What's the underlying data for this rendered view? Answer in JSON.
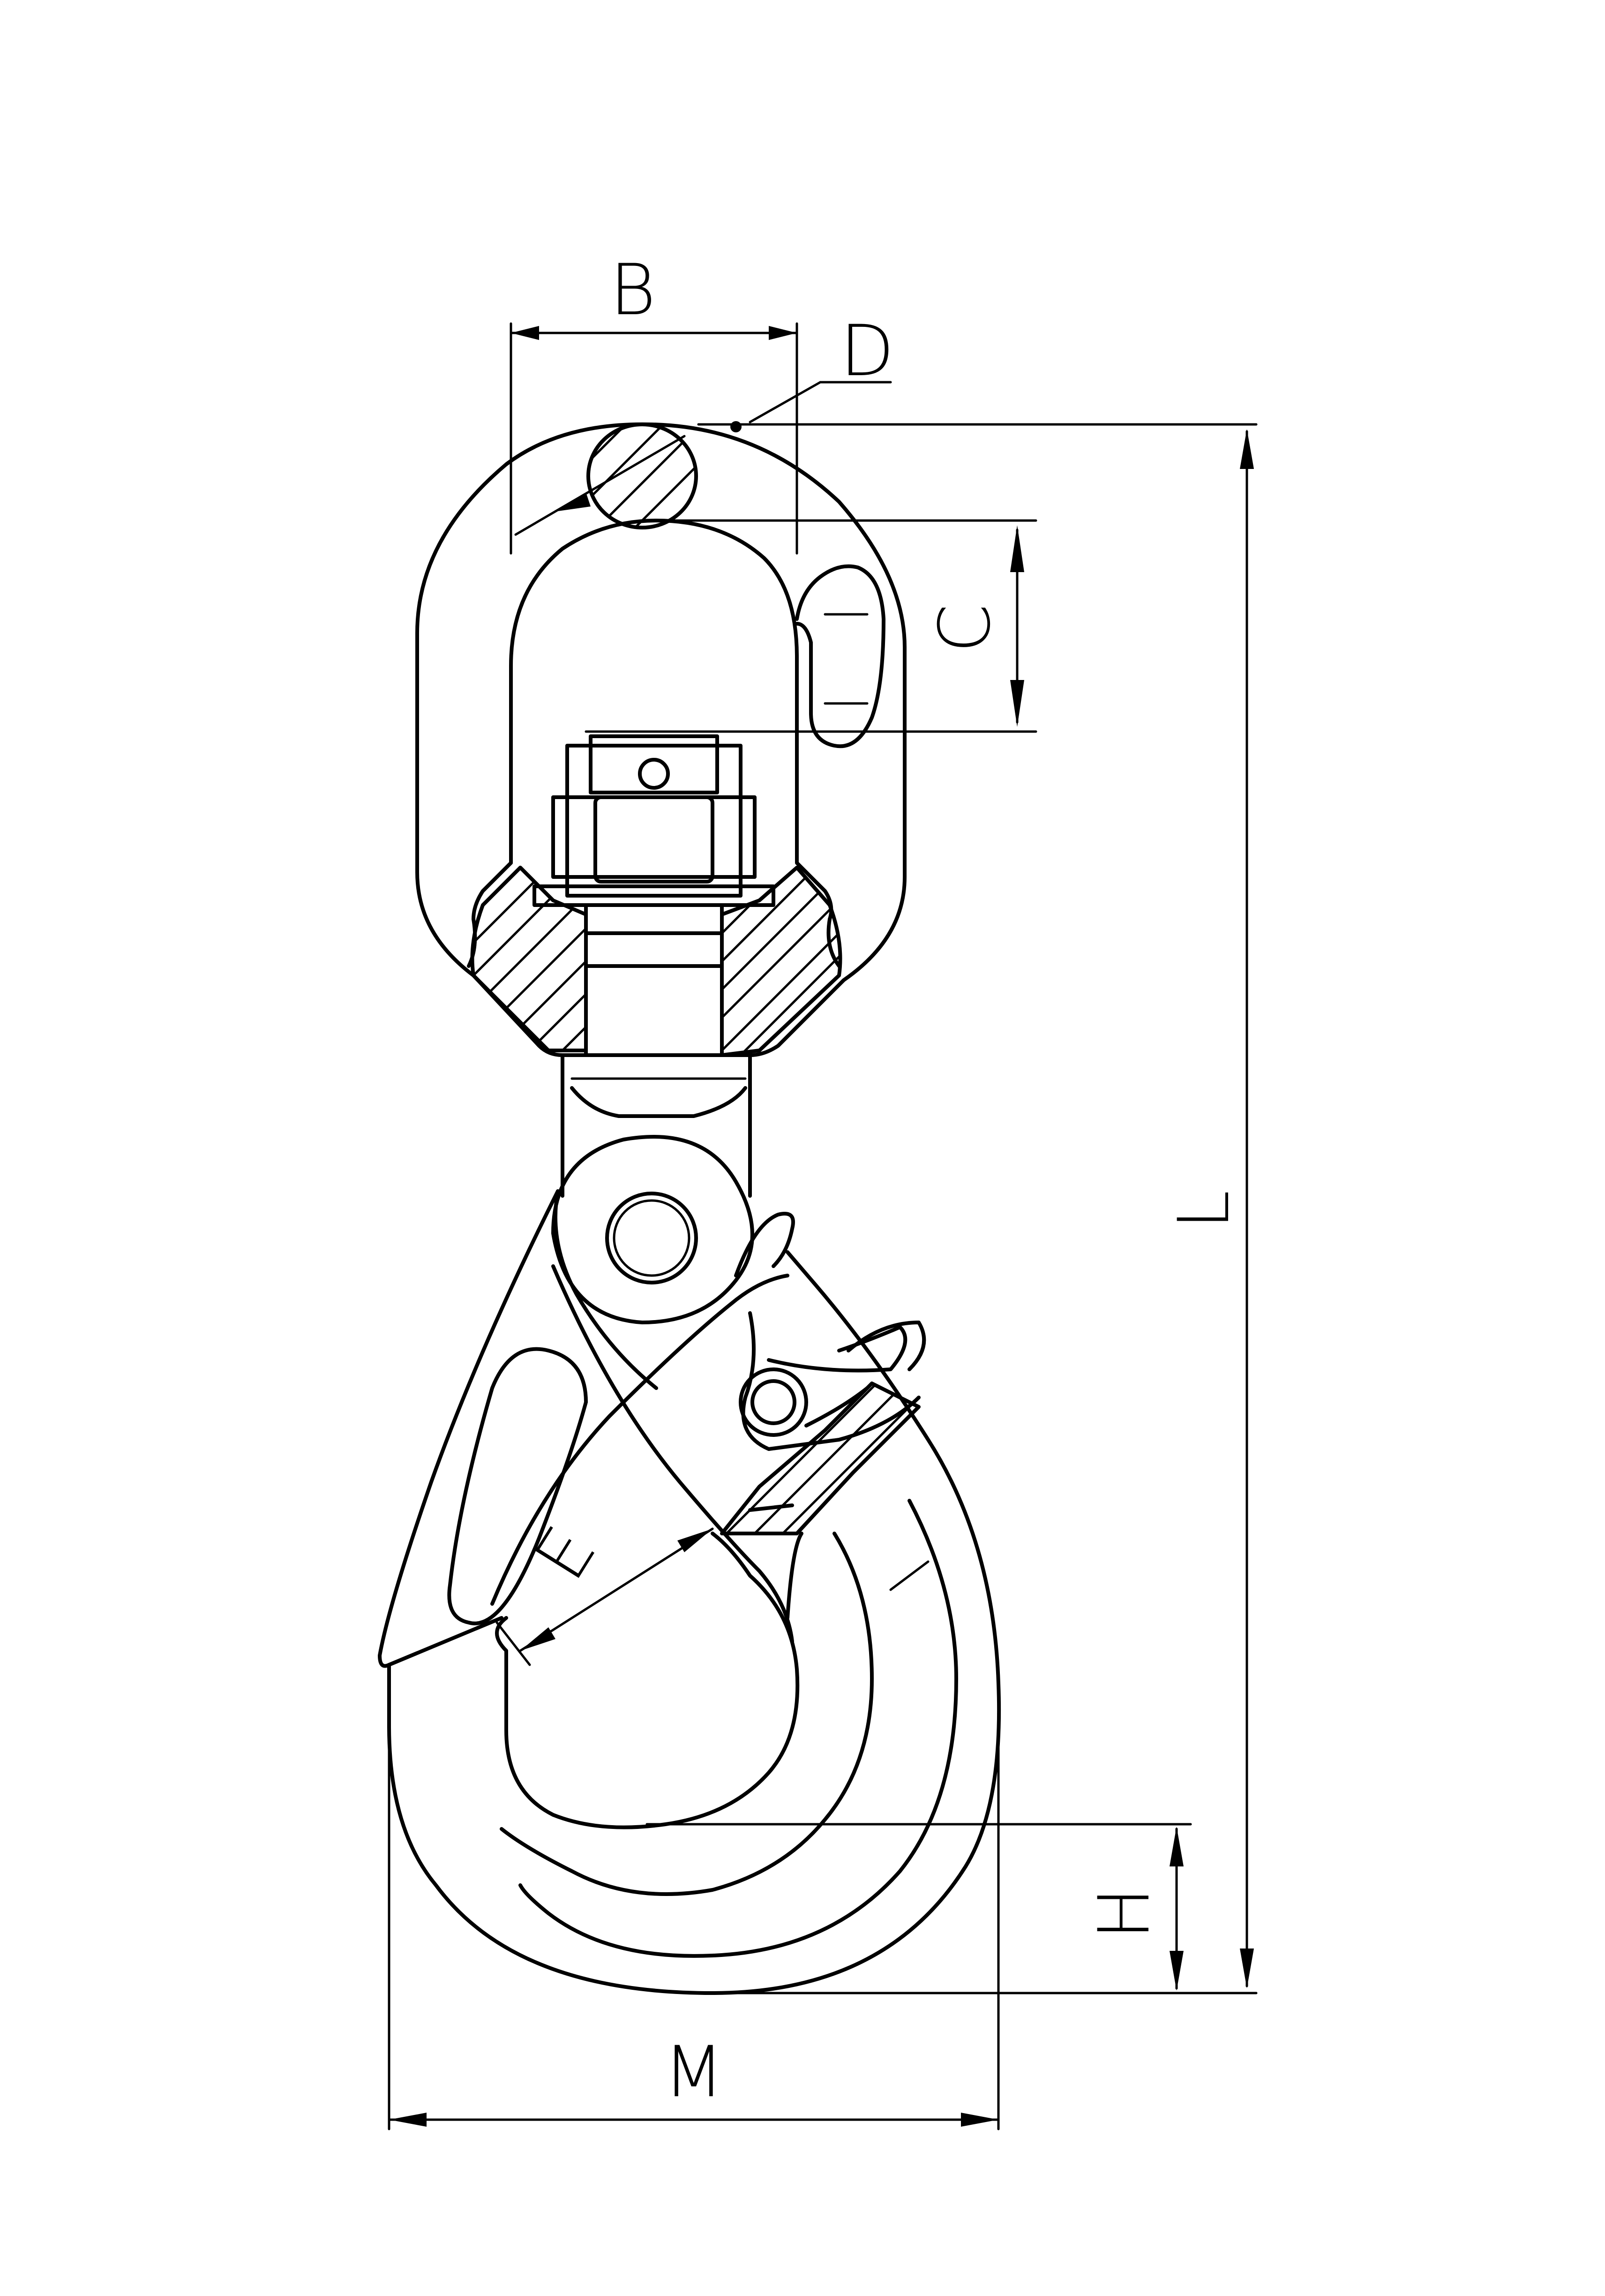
{
  "labels": {
    "B": "B",
    "D": "D",
    "C": "C",
    "L": "L",
    "E": "E",
    "H": "H",
    "M": "M"
  }
}
